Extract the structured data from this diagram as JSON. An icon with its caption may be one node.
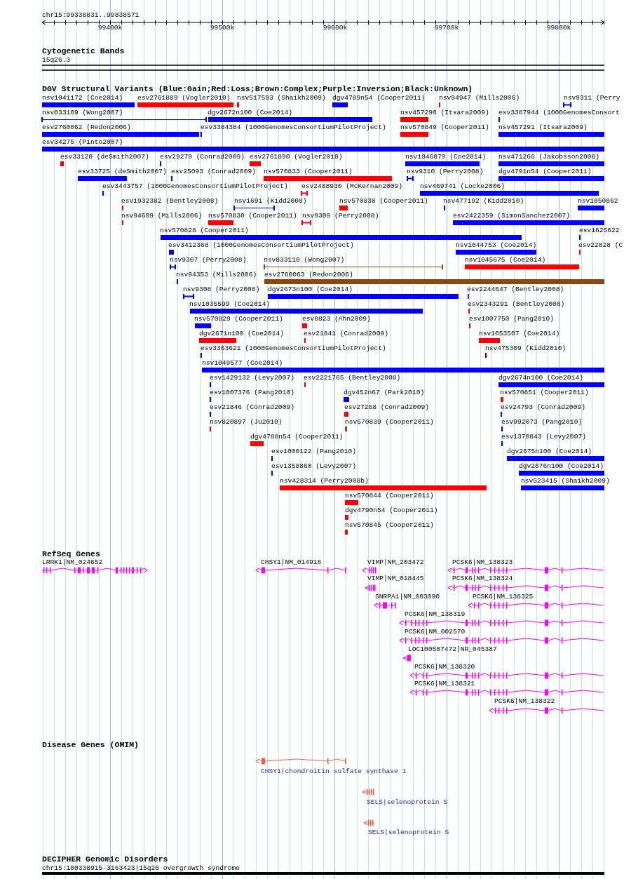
{
  "diagram": {
    "labels": [
      "chr15:99338831..99838571",
      "99400k",
      "99500k",
      "99600k",
      "99700k",
      "99800k",
      "Cytogenetic Bands",
      "15q26.3",
      "DGV Structural Variants (Blue:Gain;Red:Loss;Brown:Complex;Purple:Inversion;Black:Unknown)",
      "nsv1041172 (Coe2014)",
      "esv2761889 (Vogler2010)",
      "nsv517593 (Shaikh2009)",
      "dgv4789n54 (Cooper2011)",
      "nsv94947 (Mills2006)",
      "nsv9311 (Perry",
      "nsv833109 (Wong2007)",
      "dgv2672n100 (Coe2014)",
      "nsv457290 (Itsara2009)",
      "esv3387944 (1000GenomesConsort",
      "esv2760062 (Redon2006)",
      "esv3384384 (1000GenomesConsortiumPilotProject)",
      "nsv570849 (Cooper2011)",
      "nsv457291 (Itsara2009)",
      "esv34275 (Pinto2007)",
      "esv33120 (deSmith2007)",
      "esv29279 (Conrad2009)",
      "esv2761890 (Vogler2010)",
      "nsv1046079 (Coe2014)",
      "nsv471266 (Jakobsson2008)",
      "esv33725 (deSmith2007)",
      "esv25093 (Conrad2009)",
      "nsv570833 (Cooper2011)",
      "nsv9310 (Perry2008)",
      "dgv4791n54 (Cooper2011)",
      "esv3443757 (1000GenomesConsortiumPilotProject)",
      "esv2488930 (McKernan2009)",
      "nsv469741 (Locke2006)",
      "esv1932382 (Bentley2008)",
      "nsv1691 (Kidd2008)",
      "nsv570838 (Cooper2011)",
      "nsv477192 (Kidd2010)",
      "nsv1050862",
      "nsv94609 (Mills2006)",
      "nsv570830 (Cooper2011)",
      "nsv9309 (Perry2008)",
      "esv2422359 (SimonSanchez2007)",
      "nsv570828 (Cooper2011)",
      "esv1625622",
      "esv3412368 (1000GenomesConsortiumPilotProject)",
      "nsv1044753 (Coe2014)",
      "esv22828 (C",
      "nsv9307 (Perry2008)",
      "nsv833110 (Wong2007)",
      "nsv1045675 (Coe2014)",
      "nsv94353 (Mills2006)",
      "esv2760063 (Redon2006)",
      "nsv9308 (Perry2008)",
      "dgv2673n100 (Coe2014)",
      "esv2244647 (Bentley2008)",
      "nsv1035599 (Coe2014)",
      "esv2343291 (Bentley2008)",
      "nsv570829 (Cooper2011)",
      "esv8823 (Ahn2009)",
      "esv1007750 (Pang2010)",
      "dgv2671n100 (Coe2014)",
      "esv21841 (Conrad2009)",
      "nsv1053507 (Coe2014)",
      "esv3363621 (1000GenomesConsortiumPilotProject)",
      "nsv475309 (Kidd2010)",
      "nsv1049577 (Coe2014)",
      "esv1429132 (Levy2007)",
      "esv2221765 (Bentley2008)",
      "dgv2674n100 (Coe2014)",
      "esv1007376 (Pang2010)",
      "dgv452n67 (Park2010)",
      "nsv570851 (Cooper2011)",
      "esv21846 (Conrad2009)",
      "esv27268 (Conrad2009)",
      "esv24793 (Conrad2009)",
      "nsv820897 (Ju2010)",
      "nsv570839 (Cooper2011)",
      "esv992073 (Pang2010)",
      "dgv4788n54 (Cooper2011)",
      "esv1370843 (Levy2007)",
      "esv1000122 (Pang2010)",
      "dgv2675n100 (Coe2014)",
      "esv1358860 (Levy2007)",
      "dgv2676n100 (Coe2014)",
      "nsv428314 (Perry2008b)",
      "nsv523415 (Shaikh2009)",
      "nsv570844 (Cooper2011)",
      "dgv4790n54 (Cooper2011)",
      "nsv570845 (Cooper2011)",
      "RefSeq Genes",
      "LRRK1|NM_024652",
      "CHSY1|NM_014918",
      "VIMP|NM_203472",
      "PCSK6|NM_138323",
      "VIMP|NM_018445",
      "PCSK6|NM_138324",
      "SNRPA1|NM_003090",
      "PCSK6|NM_138325",
      "PCSK6|NM_138319",
      "PCSK6|NM_002570",
      "LOC100507472|NR_045387",
      "PCSK6|NM_138320",
      "PCSK6|NM_138321",
      "PCSK6|NM_138322",
      "Disease Genes (OMIM)",
      "CHSY1|chondroitin sulfate synthase 1",
      "SELS|selenoprotein S",
      "SELS|selenoprotein S",
      "DECIPHER Genomic Disorders",
      "chr15:100338915-3163423|15q26 overgrowth syndrome"
    ]
  }
}
